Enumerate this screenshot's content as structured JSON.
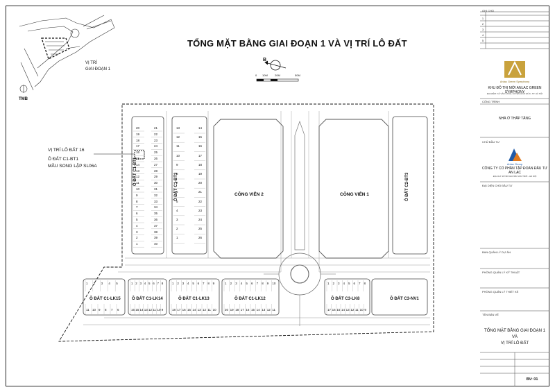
{
  "title": "TỔNG MẶT BẰNG GIAI ĐOẠN 1 VÀ VỊ TRÍ LÔ ĐẤT",
  "keymap": {
    "label1": "VỊ TRÍ",
    "label2": "GIAI ĐOẠN 1",
    "tmb": "TMB"
  },
  "north": "B",
  "scale": {
    "s0": "0",
    "s1": "10M",
    "s2": "20M",
    "s3": "50M"
  },
  "callout": {
    "line1": "VỊ TRÍ LÔ ĐẤT 16",
    "line2": "Ô ĐẤT C1-BT1",
    "line3": "MẪU SONG LẬP SL06A"
  },
  "parks": {
    "park2": "CÔNG VIÊN 2",
    "park1": "CÔNG VIÊN 1"
  },
  "blocks": {
    "bt1": "Ô ĐẤT C1-BT1",
    "bt3": "Ô ĐẤT C1-BT3",
    "c2bt3": "Ô ĐẤT C2-BT3",
    "lk15": "Ô ĐẤT C1-LK15",
    "lk14": "Ô ĐẤT C1-LK14",
    "lk13": "Ô ĐẤT C1-LK13",
    "lk12": "Ô ĐẤT C1-LK12",
    "lk8": "Ô ĐẤT C3-LK8",
    "nv1": "Ô ĐẤT C3-NV1"
  },
  "bt1_left": [
    "20",
    "19",
    "18",
    "17",
    "16",
    "15",
    "14",
    "13",
    "12",
    "11",
    "10",
    "9",
    "8",
    "7",
    "6",
    "5",
    "4",
    "3",
    "2",
    "1"
  ],
  "bt1_right": [
    "21",
    "22",
    "23",
    "24",
    "25",
    "26",
    "27",
    "28",
    "29",
    "30",
    "31",
    "32",
    "33",
    "34",
    "35",
    "36",
    "37",
    "38",
    "39",
    "40"
  ],
  "bt3_left": [
    "13",
    "12",
    "11",
    "10",
    "9",
    "8",
    "7",
    "6",
    "5",
    "4",
    "3",
    "2",
    "1"
  ],
  "bt3_right": [
    "14",
    "15",
    "16",
    "17",
    "18",
    "19",
    "20",
    "21",
    "22",
    "23",
    "24",
    "25",
    "26"
  ],
  "lk_top": {
    "lk15": [
      "1",
      "2",
      "3",
      "4",
      "5"
    ],
    "lk14": [
      "1",
      "2",
      "3",
      "4",
      "5",
      "6",
      "7",
      "8"
    ],
    "lk13": [
      "1",
      "2",
      "3",
      "4",
      "5",
      "6",
      "7",
      "8",
      "9"
    ],
    "lk12": [
      "1",
      "2",
      "3",
      "4",
      "5",
      "6",
      "7",
      "8",
      "9",
      "10"
    ],
    "lk8": [
      "1",
      "2",
      "3",
      "4",
      "5",
      "6",
      "7",
      "8"
    ]
  },
  "lk_bottom": {
    "lk15": [
      "11",
      "10",
      "9",
      "8",
      "7",
      "6"
    ],
    "lk14": [
      "16",
      "15",
      "14",
      "13",
      "12",
      "11",
      "10",
      "9"
    ],
    "lk13": [
      "18",
      "17",
      "16",
      "15",
      "14",
      "13",
      "12",
      "11",
      "10"
    ],
    "lk12": [
      "20",
      "19",
      "18",
      "17",
      "16",
      "15",
      "14",
      "13",
      "12",
      "11"
    ],
    "lk8": [
      "17",
      "16",
      "15",
      "14",
      "13",
      "12",
      "11",
      "10",
      "9"
    ]
  },
  "titleblock": {
    "revision_header": "GHI CHÚ",
    "rev_rows": [
      "1",
      "2",
      "3",
      "4",
      "5"
    ],
    "logo_text": "Anlac Green Symphony",
    "project": "KHU ĐÔ THỊ MỚI ANLAC GREEN SYMPHONY",
    "project_addr": "ĐỊA ĐIỂM: XÃ VÂN CANH, HUYỆN HOÀI ĐỨC, TP. HÀ NỘI",
    "work_header": "CÔNG TRÌNH",
    "work": "NHÀ Ở THẤP TẦNG",
    "investor_header": "CHỦ ĐẦU TƯ",
    "investor_logo": "Anlac Group",
    "investor": "CÔNG TY CỔ PHẦN TẬP ĐOÀN ĐẦU TƯ AN LẠC",
    "investor_addr": "ĐỊA CHỈ: SỐ 98 NGUYỄN VĂN TRỖI - HÀ NỘI",
    "roles": [
      "ĐẠI DIỆN CHỦ ĐẦU TƯ",
      "BAN QUẢN LÝ DỰ ÁN",
      "PHÒNG QUẢN LÝ KỸ THUẬT",
      "PHÒNG QUẢN LÝ THIẾT KẾ"
    ],
    "drawing_header": "TÊN BẢN VẼ",
    "drawing_title1": "TỔNG MẶT BẰNG GIAI ĐOẠN 1",
    "drawing_title2": "VÀ",
    "drawing_title3": "VỊ TRÍ LÔ ĐẤT",
    "sheet_code": "BV: 01"
  }
}
